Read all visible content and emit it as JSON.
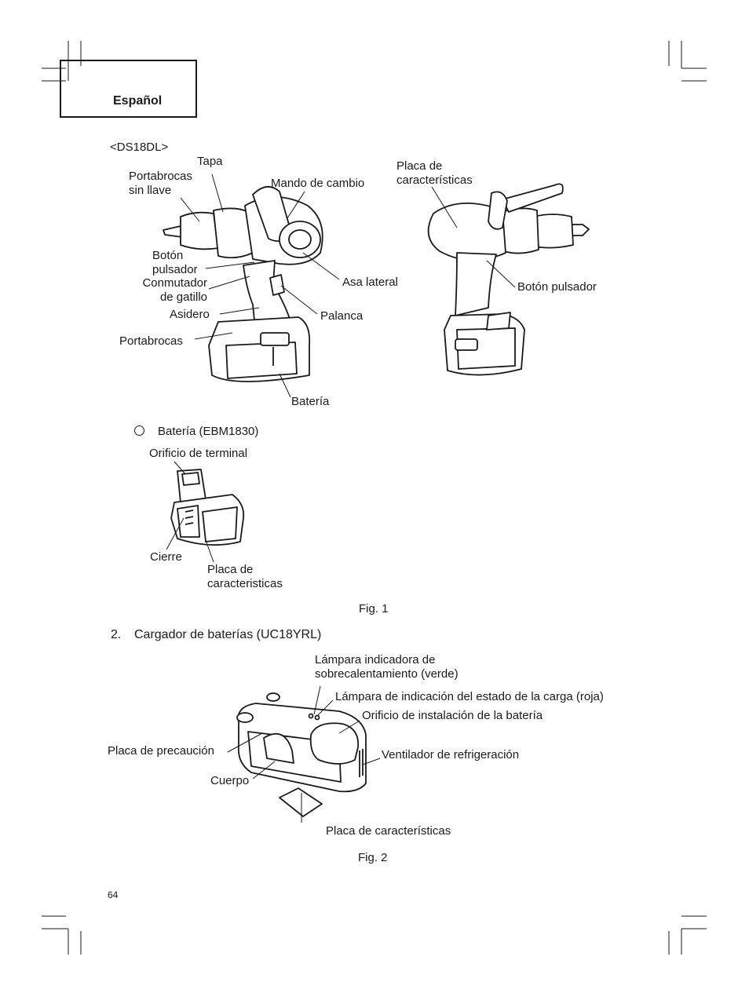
{
  "header": {
    "language_tab": "Español"
  },
  "figure1": {
    "model": "<DS18DL>",
    "labels": {
      "tapa": "Tapa",
      "portabrocas_sin_llave": "Portabrocas\nsin llave",
      "mando_de_cambio": "Mando de cambio",
      "placa_caracteristicas_top": "Placa de\ncaracterísticas",
      "boton_pulsador_left": "Botón\npulsador",
      "conmutador_de_gatillo": "Conmutador\nde gatillo",
      "asa_lateral": "Asa lateral",
      "boton_pulsador_right": "Botón pulsador",
      "asidero": "Asidero",
      "palanca": "Palanca",
      "portabrocas": "Portabrocas",
      "bateria": "Batería"
    },
    "battery_heading": "Batería (EBM1830)",
    "battery_labels": {
      "orificio_de_terminal": "Orificio de terminal",
      "cierre": "Cierre",
      "placa_de_caracteristicas": "Placa de\ncaracteristicas"
    },
    "caption": "Fig. 1"
  },
  "section2": {
    "number": "2.",
    "title": "Cargador de baterías (UC18YRL)"
  },
  "figure2": {
    "labels": {
      "lampara_sobrecalentamiento": "Lámpara indicadora de\nsobrecalentamiento (verde)",
      "lampara_estado_carga": "Lámpara de indicación del estado de la carga (roja)",
      "orificio_instalacion": "Orificio de instalación de la batería",
      "placa_de_precaucion": "Placa de precaución",
      "ventilador": "Ventilador de refrigeración",
      "cuerpo": "Cuerpo",
      "placa_de_caracteristicas": "Placa de características"
    },
    "caption": "Fig. 2"
  },
  "footer": {
    "page_number": "64"
  }
}
